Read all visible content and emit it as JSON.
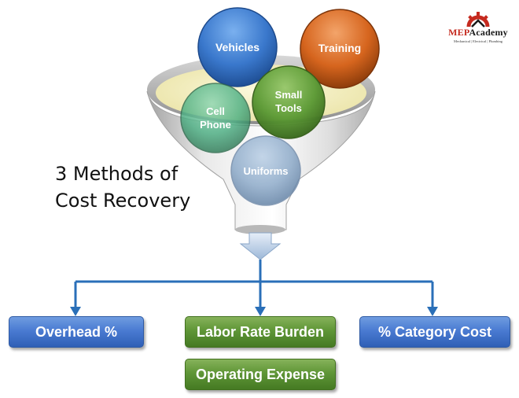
{
  "title_lines": [
    "3 Methods of",
    "Cost Recovery"
  ],
  "funnel_items": [
    "Vehicles",
    "Training",
    "Small\nTools",
    "Cell\nPhone",
    "Uniforms"
  ],
  "methods": [
    "Overhead %",
    "Labor Rate Burden",
    "% Category Cost"
  ],
  "sub_method": "Operating Expense",
  "logo": {
    "brand_prefix": "MEP",
    "brand_suffix": "Academy",
    "tagline": "Mechanical | Electrical | Plumbing"
  },
  "colors": {
    "blue": "#2e75c4",
    "green": "#5a8f33",
    "orange": "#d9681c",
    "connector": "#2a6fb8",
    "funnel_fill": "#f4f1c8"
  }
}
